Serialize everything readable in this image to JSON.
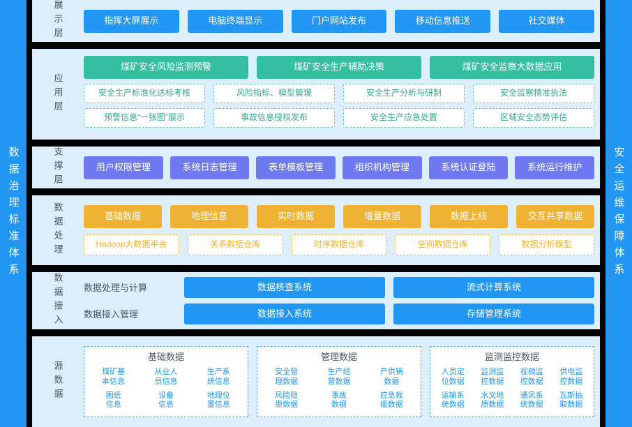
{
  "colors": {
    "blue": "#2196f3",
    "teal": "#33bfa0",
    "purple": "#707af0",
    "amber": "#efb233",
    "panel_bg": "#ddeefc",
    "separator": "#000000",
    "label_text": "#4a5560"
  },
  "rails": {
    "left": "数据治理标准体系",
    "right": "安全运维保障体系"
  },
  "layers": {
    "display": {
      "label": "展示层",
      "items": [
        "指挥大屏展示",
        "电脑终端显示",
        "门户网站发布",
        "移动信息推送",
        "社交媒体"
      ]
    },
    "application": {
      "label": "应用层",
      "primary": [
        "煤矿安全风险监测预警",
        "煤矿安全生产辅助决策",
        "煤矿安全监察大数据应用"
      ],
      "row1": [
        "安全生产标准化达标考核",
        "风险指标、模型管理",
        "安全生产分析与研制",
        "安全监察精准执法"
      ],
      "row2": [
        "预警信息“一张图”展示",
        "事故信息授权发布",
        "安全生产应急处置",
        "区域安全态势评估"
      ]
    },
    "support": {
      "label": "支撑层",
      "items": [
        "用户权限管理",
        "系统日志管理",
        "表单模板管理",
        "组织机构管理",
        "系统认证登陆",
        "系统运行维护"
      ]
    },
    "processing": {
      "label": "数据处理",
      "primary": [
        "基础数据",
        "地理信息",
        "实时数据",
        "增量数据",
        "数据上线",
        "交互共享数据"
      ],
      "secondary": [
        "Hadoop大数据平台",
        "关系数据仓库",
        "时序数据仓库",
        "空间数据仓库",
        "数据分析模型"
      ]
    },
    "access": {
      "label": "数据接入",
      "rows": [
        {
          "caption": "数据处理与计算",
          "items": [
            "数据核查系统",
            "流式计算系统"
          ]
        },
        {
          "caption": "数据接入管理",
          "items": [
            "数据接入系统",
            "存储管理系统"
          ]
        }
      ]
    },
    "source": {
      "label": "源数据",
      "groups": [
        {
          "title": "基础数据",
          "columns": 3,
          "items": [
            "煤矿基\n本信息",
            "从业人\n员信息",
            "生产系\n统信息",
            "图纸\n信息",
            "设备\n信息",
            "地理位\n置信息"
          ]
        },
        {
          "title": "管理数据",
          "columns": 3,
          "items": [
            "安全管\n理数据",
            "生产经\n营数据",
            "产供销\n数据",
            "风险隐\n患数据",
            "事故\n数据",
            "应急救\n援数据"
          ]
        },
        {
          "title": "监测监控数据",
          "columns": 4,
          "items": [
            "人员定\n位数据",
            "监测监\n控数据",
            "视频监\n控数据",
            "供电监\n控数据",
            "运输系\n统数据",
            "水文地\n质数据",
            "通风系\n统数据",
            "瓦斯抽\n取数据"
          ]
        }
      ]
    }
  }
}
